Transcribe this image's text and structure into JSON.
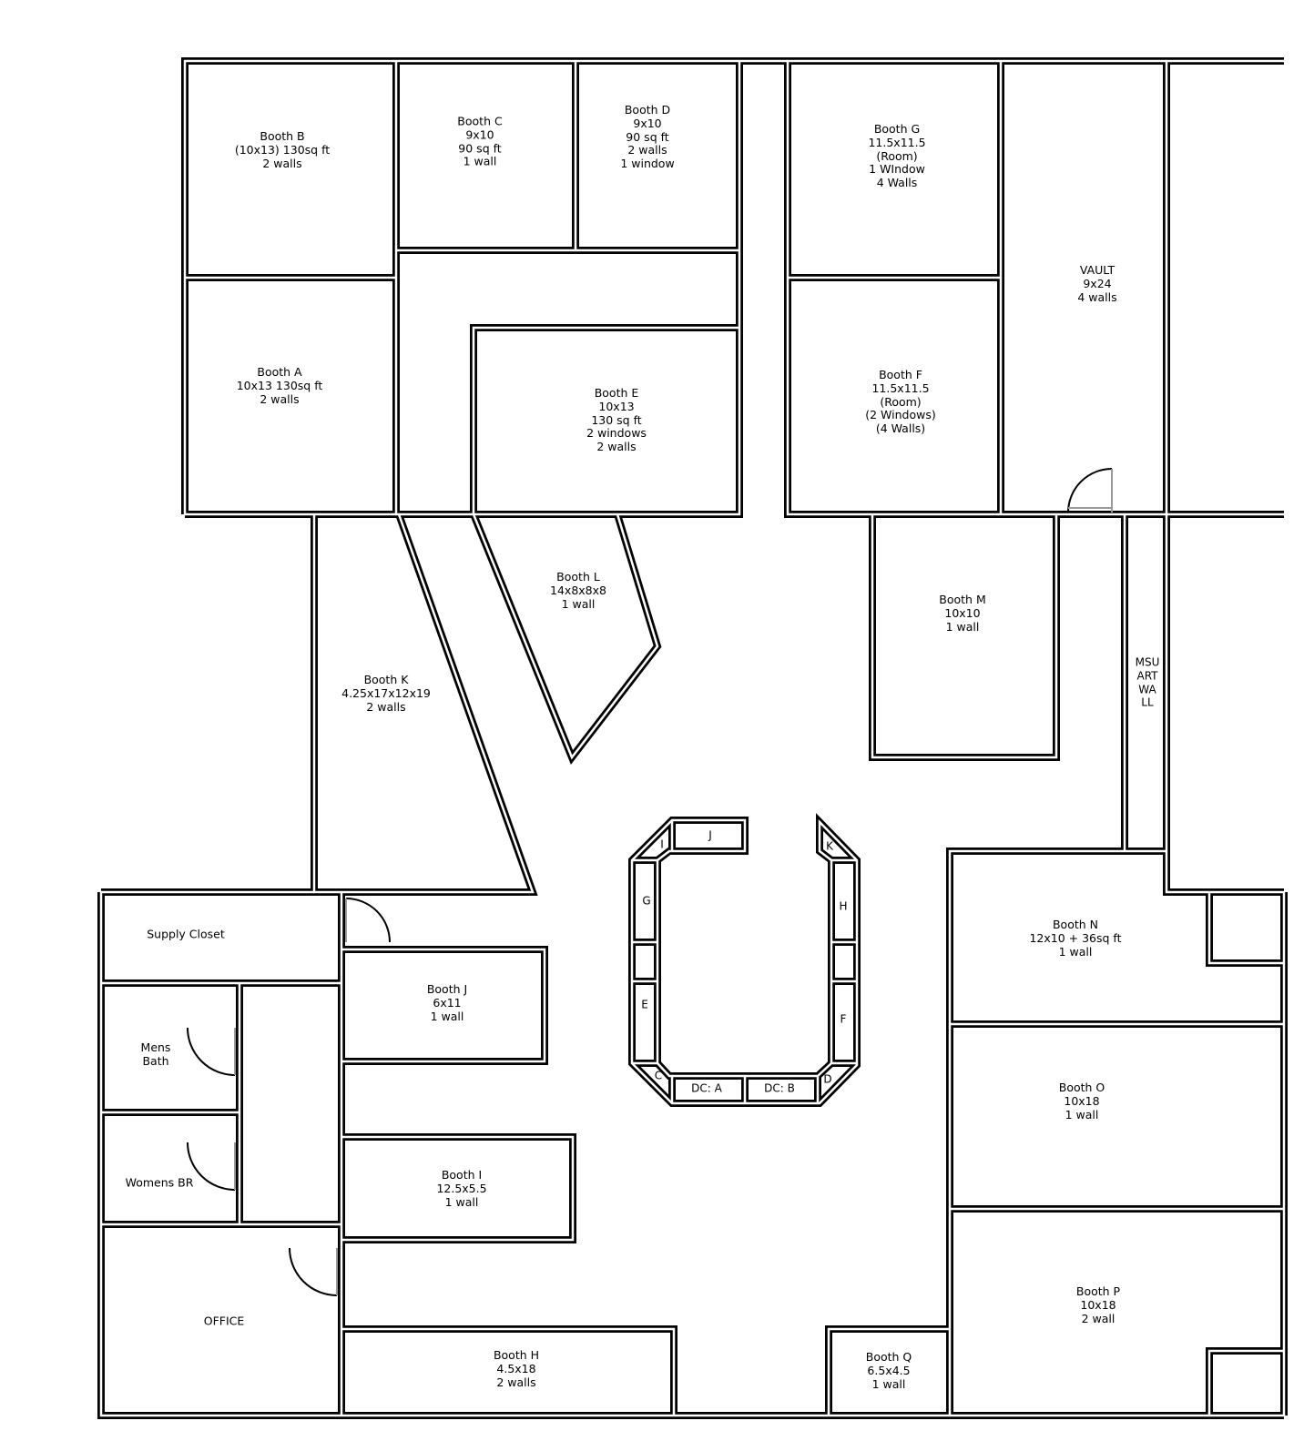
{
  "rooms": {
    "booth_b": [
      "Booth B",
      "(10x13) 130sq ft",
      "2 walls"
    ],
    "booth_c": [
      "Booth C",
      "9x10",
      "90 sq ft",
      "1 wall"
    ],
    "booth_d": [
      "Booth D",
      "9x10",
      "90 sq ft",
      "2 walls",
      "1 window"
    ],
    "booth_g": [
      "Booth G",
      "11.5x11.5",
      "(Room)",
      "1 WIndow",
      "4 Walls"
    ],
    "vault": [
      "VAULT",
      "9x24",
      "4 walls"
    ],
    "booth_a": [
      "Booth A",
      "10x13   130sq ft",
      "2 walls"
    ],
    "booth_e": [
      "Booth E",
      "10x13",
      "130 sq ft",
      "2 windows",
      "2 walls"
    ],
    "booth_f": [
      "Booth F",
      "11.5x11.5",
      "(Room)",
      "(2 Windows)",
      "(4 Walls)"
    ],
    "booth_l": [
      "Booth L",
      "14x8x8x8",
      "1 wall"
    ],
    "booth_m": [
      "Booth M",
      "10x10",
      "1 wall"
    ],
    "msu_art_wall": [
      "MSU",
      "ART",
      "WA",
      "LL"
    ],
    "booth_k": [
      "Booth K",
      "4.25x17x12x19",
      "2 walls"
    ],
    "supply_closet": [
      "Supply Closet"
    ],
    "booth_j": [
      "Booth J",
      "6x11",
      "1 wall"
    ],
    "mens_bath": [
      "Mens",
      "Bath"
    ],
    "womens_br": [
      "Womens BR"
    ],
    "booth_i": [
      "Booth I",
      "12.5x5.5",
      "1 wall"
    ],
    "office": [
      "OFFICE"
    ],
    "booth_h": [
      "Booth H",
      "4.5x18",
      "2 walls"
    ],
    "booth_q": [
      "Booth Q",
      "6.5x4.5",
      "1 wall"
    ],
    "booth_n": [
      "Booth N",
      "12x10 + 36sq ft",
      "1 wall"
    ],
    "booth_o": [
      "Booth O",
      "10x18",
      "1 wall"
    ],
    "booth_p": [
      "Booth P",
      "10x18",
      "2 wall"
    ]
  },
  "table_cells": {
    "j": "J",
    "i": "I",
    "k": "K",
    "g": "G",
    "h": "H",
    "e": "E",
    "f": "F",
    "c": "C",
    "d": "D",
    "dc_a": "DC: A",
    "dc_b": "DC: B"
  }
}
